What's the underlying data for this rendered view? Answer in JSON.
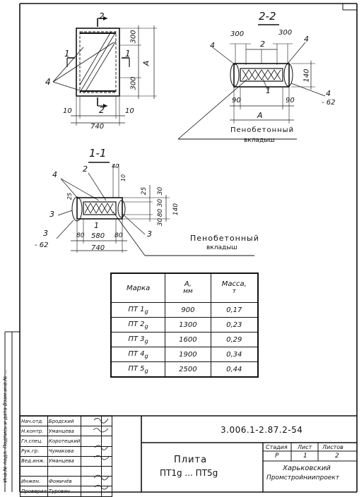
{
  "side_stamp": "Инв.№ подл.  Подпись и дата  Взам.инв.№ ...",
  "plan_view": {
    "section_mark": "2",
    "section_mark_bottom": "2",
    "cut_mark_left": "1",
    "cut_mark_right": "1",
    "callout": "4",
    "dim_top": "300",
    "dim_bottom": "300",
    "dim_height": "A",
    "dim_left_edge": "10",
    "dim_right_edge": "10",
    "dim_width": "740"
  },
  "section_2_2": {
    "title": "2-2",
    "dim_left": "300",
    "dim_right": "300",
    "callout_left": "4",
    "callout_top": "2",
    "callout_right": "4",
    "callout_mid": "1",
    "callout_side": "4",
    "dim_left_bottom": "90",
    "dim_right_bottom": "90",
    "dim_height": "140",
    "dim_length": "A",
    "elevation": "- 62",
    "note_line1": "Пенобетонный",
    "note_line2": "вкладыш"
  },
  "section_1_1": {
    "title": "1-1",
    "callout_4": "4",
    "callout_2": "2",
    "callout_1": "1",
    "callout_3_left": "3",
    "callout_3_right": "3",
    "dim_top_40": "40",
    "dim_top_10": "10",
    "dim_25": "25",
    "dim_30a": "30",
    "dim_30b": "30",
    "dim_80": "80",
    "dim_30c": "30",
    "dim_140": "140",
    "dim_left_25": "25",
    "dim_80_left": "80",
    "dim_580": "580",
    "dim_80_right": "80",
    "dim_total": "740",
    "elevation": "3",
    "elevation_value": "- 62",
    "note_line1": "Пенобетонный",
    "note_line2": "вкладыш"
  },
  "table": {
    "headers": [
      "Марка",
      "А,",
      "мм",
      "Масса,",
      "т"
    ],
    "rows": [
      {
        "mark": "ПТ 1",
        "sub": "g",
        "a": "900",
        "mass": "0,17"
      },
      {
        "mark": "ПТ 2",
        "sub": "g",
        "a": "1300",
        "mass": "0,23"
      },
      {
        "mark": "ПТ 3",
        "sub": "g",
        "a": "1600",
        "mass": "0,29"
      },
      {
        "mark": "ПТ 4",
        "sub": "g",
        "a": "1900",
        "mass": "0,34"
      },
      {
        "mark": "ПТ 5",
        "sub": "g",
        "a": "2500",
        "mass": "0,44"
      }
    ]
  },
  "title_block": {
    "doc_code": "3.006.1-2.87.2-54",
    "sheet_title": "Плита",
    "sheet_marks": "ПТ1g ... ПТ5g",
    "stage_label": "Стадия",
    "sheet_label": "Лист",
    "sheets_label": "Листов",
    "stage_value": "Р",
    "sheet_value": "1",
    "sheets_value": "2",
    "org_line1": "Харьковский",
    "org_line2": "Промстройниипроект",
    "signatures": [
      {
        "role": "Нач.отд.",
        "name": "Бродский"
      },
      {
        "role": "Н.контр.",
        "name": "Уманцева"
      },
      {
        "role": "Гл.спец.",
        "name": "Коротецкий"
      },
      {
        "role": "Рук.гр.",
        "name": "Чумакова"
      },
      {
        "role": "Вед.инж.",
        "name": "Уманцева"
      },
      {
        "role": "",
        "name": ""
      },
      {
        "role": "Инжен.",
        "name": "Фомичёв"
      },
      {
        "role": "Проверил",
        "name": "Турович"
      }
    ]
  }
}
